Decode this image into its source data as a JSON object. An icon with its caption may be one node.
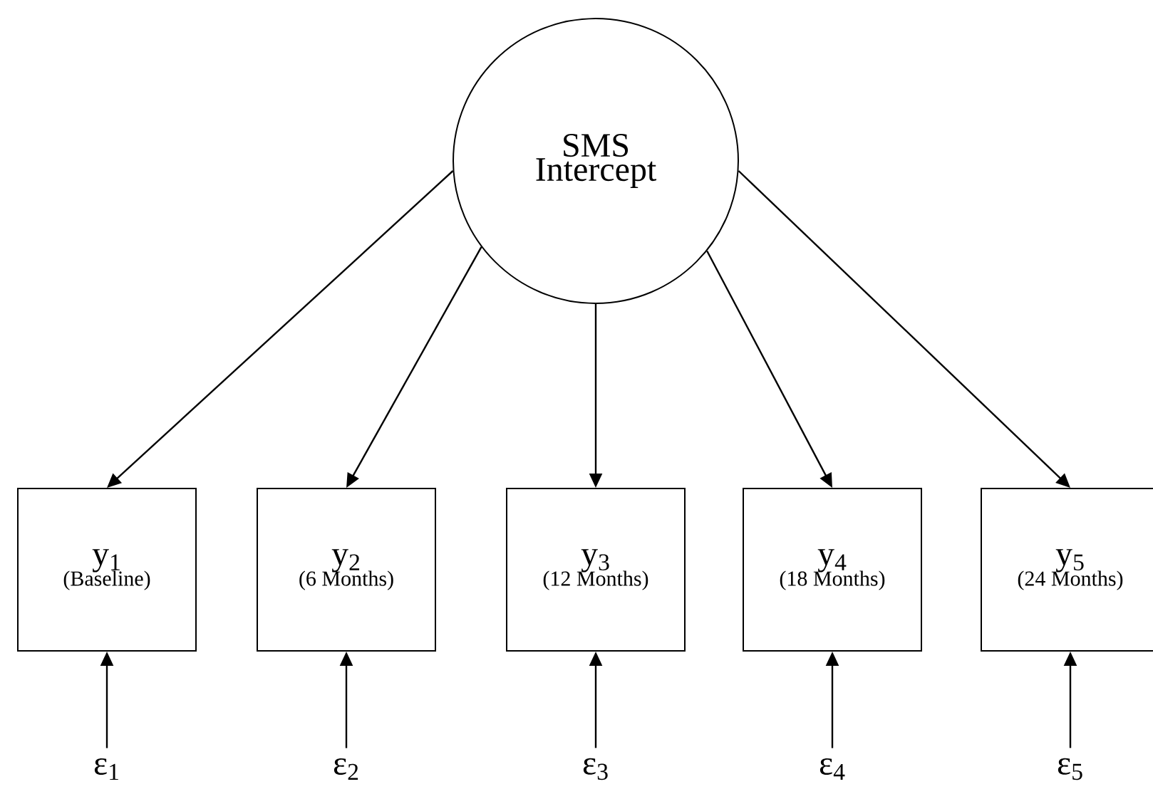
{
  "diagram": {
    "nodes": [
      {
        "text": [
          "SMS Intercept"
        ]
      },
      {
        "text": [
          "y$_{1}$",
          "(Baseline)"
        ]
      },
      {
        "text": [
          "y$_{2}$",
          "(6 Months)"
        ]
      },
      {
        "text": [
          "y$_{3}$",
          "(12 Months)"
        ]
      },
      {
        "text": [
          "y$_{4}$",
          "(18 Months)"
        ]
      },
      {
        "text": [
          "y$_{5}$",
          "(24 Months)"
        ]
      },
      {
        "text": [
          "ε$_{1}$"
        ]
      },
      {
        "text": [
          "ε$_{2}$"
        ]
      },
      {
        "text": [
          "ε$_{3}$"
        ]
      },
      {
        "text": [
          "ε$_{4}$"
        ]
      },
      {
        "text": [
          "ε$_{5}$"
        ]
      }
    ],
    "edges": [
      {
        "from": 0,
        "to": 1,
        "arrow": "to"
      },
      {
        "from": 0,
        "to": 2,
        "arrow": "to"
      },
      {
        "from": 0,
        "to": 3,
        "arrow": "to"
      },
      {
        "from": 0,
        "to": 4,
        "arrow": "to"
      },
      {
        "from": 0,
        "to": 5,
        "arrow": "to"
      },
      {
        "from": 6,
        "to": 1,
        "arrow": "to"
      },
      {
        "from": 7,
        "to": 2,
        "arrow": "to"
      },
      {
        "from": 8,
        "to": 3,
        "arrow": "to"
      },
      {
        "from": 9,
        "to": 4,
        "arrow": "to"
      },
      {
        "from": 10,
        "to": 5,
        "arrow": "to"
      }
    ]
  }
}
